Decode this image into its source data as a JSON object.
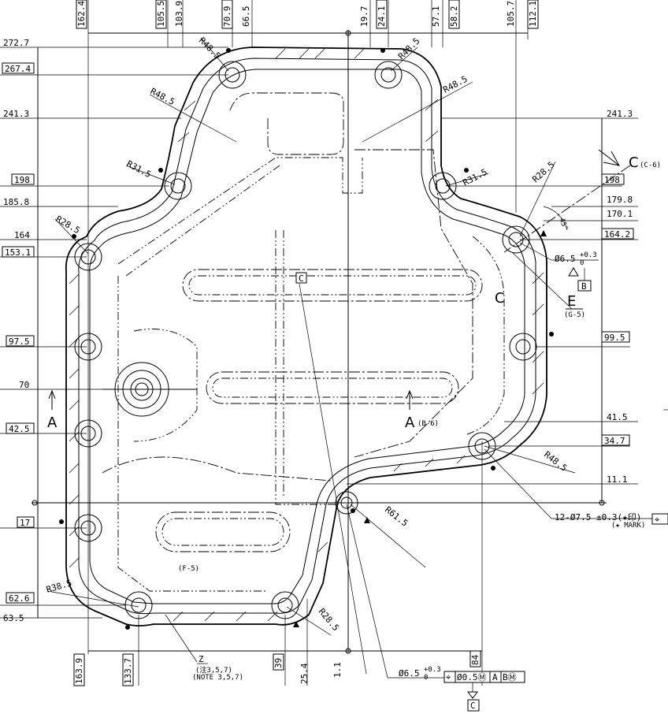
{
  "top_dims": [
    "162.4",
    "105.5",
    "103.9",
    "70.9",
    "66.5",
    "19.7",
    "24.1",
    "57.1",
    "58.2",
    "105.7",
    "112.1"
  ],
  "left_dims": [
    {
      "text": "272.7",
      "boxed": false
    },
    {
      "text": "267.4",
      "boxed": true
    },
    {
      "text": "241.3",
      "boxed": false
    },
    {
      "text": "198",
      "boxed": true
    },
    {
      "text": "185.8",
      "boxed": false
    },
    {
      "text": "164",
      "boxed": false
    },
    {
      "text": "153.1",
      "boxed": true
    },
    {
      "text": "97.5",
      "boxed": true
    },
    {
      "text": "70",
      "boxed": false
    },
    {
      "text": "42.5",
      "boxed": true
    },
    {
      "text": "17",
      "boxed": true
    },
    {
      "text": "62.6",
      "boxed": true
    },
    {
      "text": "63.5",
      "boxed": false
    }
  ],
  "right_dims": [
    {
      "text": "241.3",
      "boxed": false
    },
    {
      "text": "198",
      "boxed": true
    },
    {
      "text": "179.8",
      "boxed": false
    },
    {
      "text": "170.1",
      "boxed": false
    },
    {
      "text": "164.2",
      "boxed": true
    },
    {
      "text": "99.5",
      "boxed": true
    },
    {
      "text": "41.5",
      "boxed": false
    },
    {
      "text": "34.7",
      "boxed": true
    },
    {
      "text": "11.1",
      "boxed": false
    }
  ],
  "bottom_dims": [
    "163.9",
    "133.7",
    "39",
    "25.4",
    "1.1",
    "84"
  ],
  "radii": [
    "R48.5",
    "R48.5",
    "R48.5",
    "R48.5",
    "R31.5",
    "R31.5",
    "R28.5",
    "R28.5",
    "R48.5",
    "R61.5",
    "R38.5",
    "R28.5"
  ],
  "labels": {
    "section_c": "C",
    "section_c_ref": "(C-6)",
    "angle": "45°",
    "hole_dia": "Ø6.5",
    "hole_tol": "+0.3",
    "hole_tol_low": "0",
    "datum_b": "B",
    "datum_c": "C",
    "view_e": "E",
    "view_e_ref": "(G-5)",
    "letter_c": "C",
    "arrow_a_left": "A",
    "arrow_a_right": "A",
    "arrow_a_ref": "(B-6)",
    "f5_ref": "(F-5)",
    "holes_note": "12-Ø7.5 ±0.3(★印)",
    "holes_note2": "(★ MARK)",
    "z_label": "Z",
    "z_note_jp": "(注3,5,7)",
    "z_note_en": "(NOTE 3,5,7)",
    "bottom_dia": "Ø6.5",
    "bottom_tol": "+0.3",
    "bottom_tol_low": "0",
    "fcf_pos": "⌖",
    "fcf_tol": "Ø0.5Ⓜ",
    "fcf_a": "A",
    "fcf_bm": "BⓂ",
    "fcf_datum_c": "C"
  }
}
